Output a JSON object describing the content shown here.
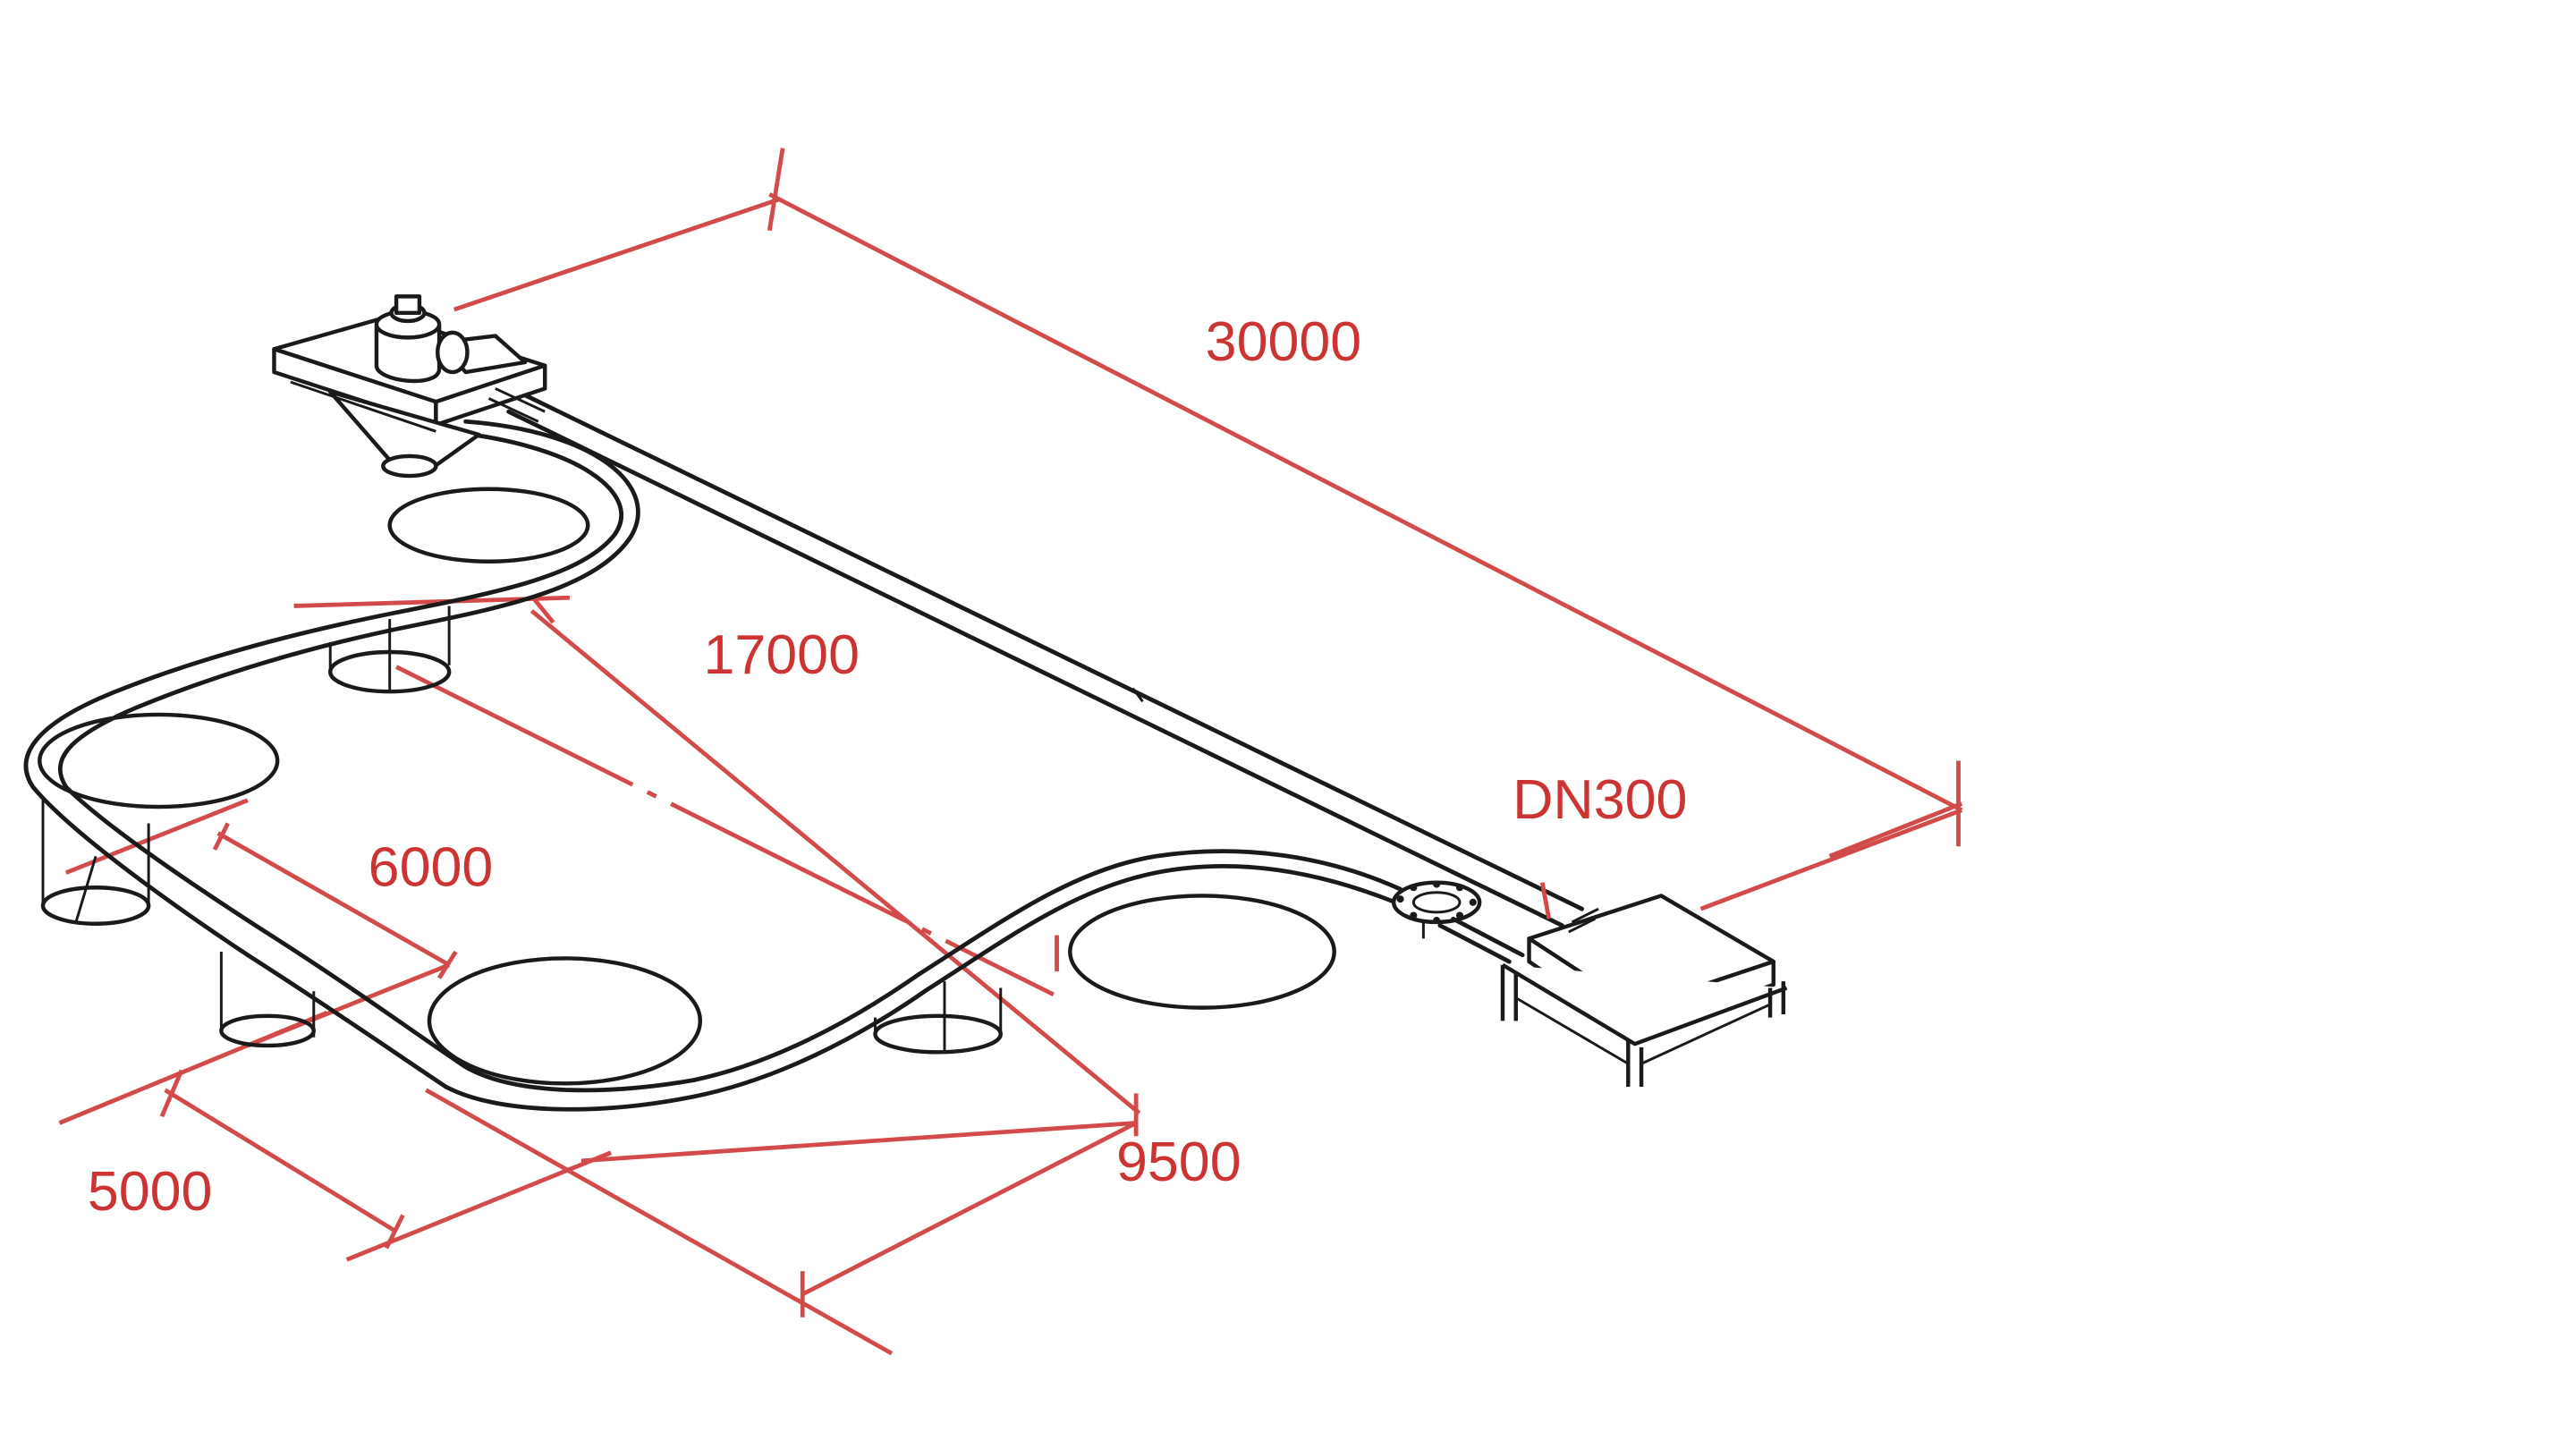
{
  "dimensions": {
    "overall_length": "30000",
    "silo_row_length": "17000",
    "silo_spacing": "6000",
    "row_offset": "5000",
    "row_width": "9500"
  },
  "pipe": {
    "size_label": "DN300"
  },
  "colors": {
    "dimension": "#cc3333",
    "linework": "#1a1a1a",
    "background": "#ffffff"
  }
}
